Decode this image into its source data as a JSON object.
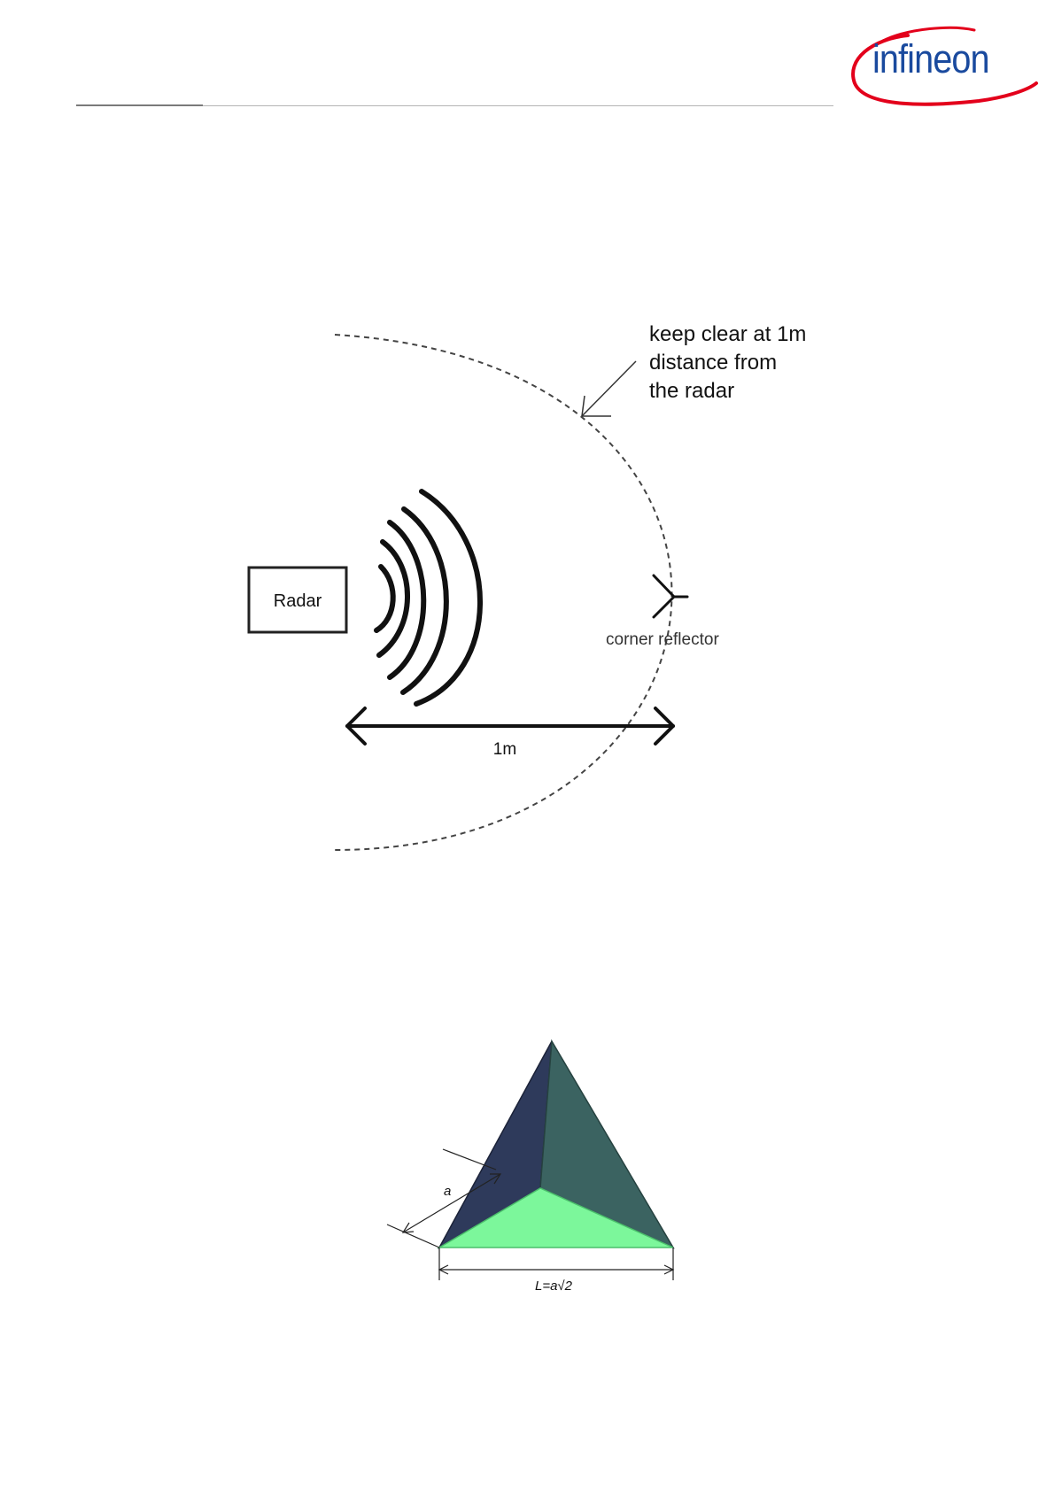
{
  "header": {
    "logo_text": "infineon"
  },
  "figure1": {
    "radar_label": "Radar",
    "keep_clear_lines": [
      "keep clear at 1m",
      "distance from",
      "the radar"
    ],
    "reflector_label": "corner reflector",
    "distance_label": "1m"
  },
  "figure2": {
    "edge_label": "a",
    "base_label": "L=a√2"
  },
  "colors": {
    "logo_blue": "#1a4a9e",
    "logo_red": "#e3001b",
    "face_left": "#2e3a5b",
    "face_right": "#3b6361",
    "face_bottom": "#7cf79b"
  }
}
